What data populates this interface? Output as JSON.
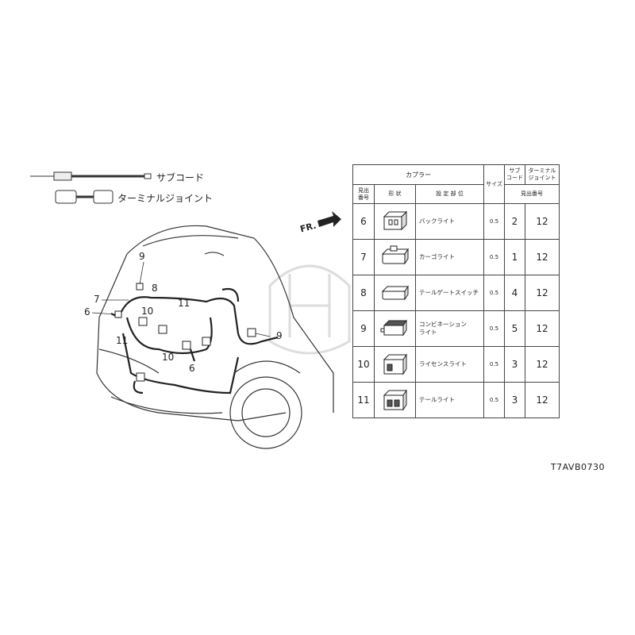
{
  "legend": {
    "sub_cord": "サブコード",
    "terminal_joint": "ターミナルジョイント"
  },
  "fr_label": "FR.",
  "diagram_code": "T7AVB0730",
  "callouts": [
    {
      "id": "c9a",
      "text": "9"
    },
    {
      "id": "c8",
      "text": "8"
    },
    {
      "id": "c7",
      "text": "7"
    },
    {
      "id": "c6a",
      "text": "6"
    },
    {
      "id": "c10",
      "text": "10"
    },
    {
      "id": "c11a",
      "text": "11"
    },
    {
      "id": "c11b",
      "text": "11"
    },
    {
      "id": "c10b",
      "text": "10"
    },
    {
      "id": "c6b",
      "text": "6"
    },
    {
      "id": "c9b",
      "text": "9"
    }
  ],
  "table": {
    "headers": {
      "coupler": "カプラー",
      "size": "サイズ",
      "sub_cord": "サブ\nコード",
      "terminal_joint": "ターミナル\nジョイント",
      "ref_no": "見出\n番号",
      "shape": "形 状",
      "location": "設 定 部 位",
      "ref_no2": "見出番号"
    },
    "rows": [
      {
        "no": "6",
        "location": "バックライト",
        "size": "0.5",
        "sub": "2",
        "tj": "12"
      },
      {
        "no": "7",
        "location": "カーゴライト",
        "size": "0.5",
        "sub": "1",
        "tj": "12"
      },
      {
        "no": "8",
        "location": "テールゲートスイッチ",
        "size": "0.5",
        "sub": "4",
        "tj": "12"
      },
      {
        "no": "9",
        "location": "コンビネーション\nライト",
        "size": "0.5",
        "sub": "5",
        "tj": "12"
      },
      {
        "no": "10",
        "location": "ライセンスライト",
        "size": "0.5",
        "sub": "3",
        "tj": "12"
      },
      {
        "no": "11",
        "location": "テールライト",
        "size": "0.5",
        "sub": "3",
        "tj": "12"
      }
    ]
  }
}
